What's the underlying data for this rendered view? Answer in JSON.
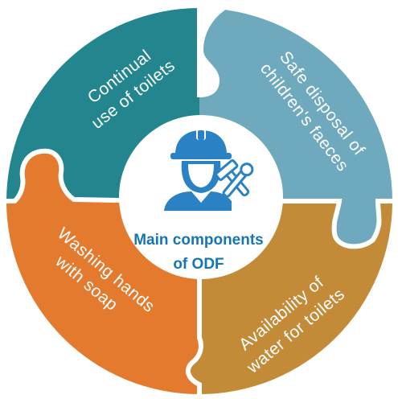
{
  "diagram": {
    "center": {
      "title_line1": "Main components",
      "title_line2": "of ODF",
      "icon": "worker-with-tools-icon"
    },
    "segments": [
      {
        "id": "toilet-use",
        "line1": "Continual",
        "line2": "use of toilets",
        "color": "#23868e"
      },
      {
        "id": "faeces-disposal",
        "line1": "Safe disposal of",
        "line2": "children's faeces",
        "color": "#6ea9be"
      },
      {
        "id": "water",
        "line1": "Availability of",
        "line2": "water for toilets",
        "color": "#c38b37"
      },
      {
        "id": "handwashing",
        "line1": "Washing hands",
        "line2": "with soap",
        "color": "#e47a2d"
      }
    ],
    "colors": {
      "center_text": "#1676b3",
      "icon": "#2a82c4"
    }
  }
}
